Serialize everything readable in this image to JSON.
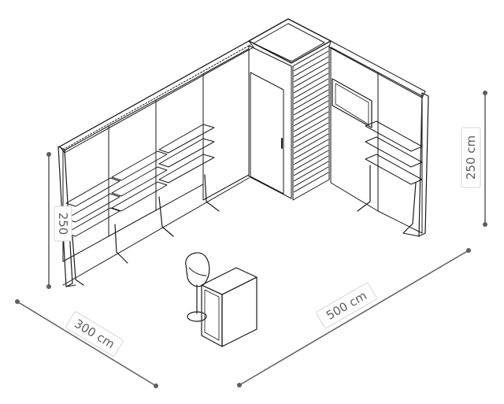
{
  "dimensions": {
    "width": "300 cm",
    "length": "500 cm",
    "height": "250 cm",
    "inner_height": "250"
  },
  "colors": {
    "line": "#1a1a1a",
    "dimension": "#5e5e5e",
    "panel": "#ffffff",
    "frame": "#3a3a3a"
  }
}
